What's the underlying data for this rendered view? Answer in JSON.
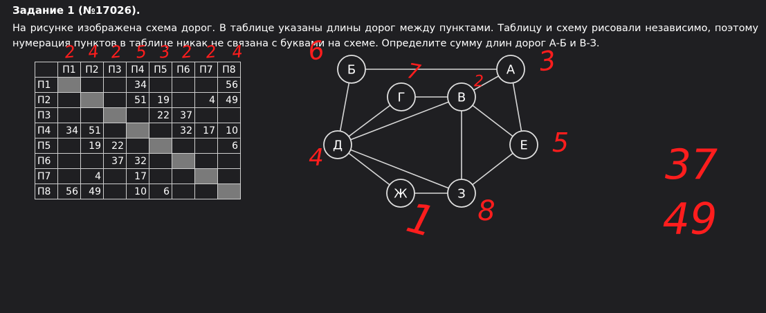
{
  "task": {
    "title": "Задание 1 (№17026).",
    "text": "На рисунке изображена схема дорог. В таблице указаны длины дорог между пунктами. Таблицу и схему рисовали независимо, поэтому нумерация пунктов в таблице никак не связана с буквами на схеме. Определите сумму длин дорог А-Б и В-З."
  },
  "table": {
    "headers": [
      "",
      "П1",
      "П2",
      "П3",
      "П4",
      "П5",
      "П6",
      "П7",
      "П8"
    ],
    "rows": [
      [
        "П1",
        "",
        "",
        "",
        "34",
        "",
        "",
        "",
        "56"
      ],
      [
        "П2",
        "",
        "",
        "",
        "51",
        "19",
        "",
        "4",
        "49"
      ],
      [
        "П3",
        "",
        "",
        "",
        "",
        "22",
        "37",
        "",
        ""
      ],
      [
        "П4",
        "34",
        "51",
        "",
        "",
        "",
        "32",
        "17",
        "10"
      ],
      [
        "П5",
        "",
        "19",
        "22",
        "",
        "",
        "",
        "",
        "6"
      ],
      [
        "П6",
        "",
        "",
        "37",
        "32",
        "",
        "",
        "",
        ""
      ],
      [
        "П7",
        "",
        "4",
        "",
        "17",
        "",
        "",
        "",
        ""
      ],
      [
        "П8",
        "56",
        "49",
        "",
        "10",
        "6",
        "",
        "",
        ""
      ]
    ]
  },
  "graph": {
    "nodes": [
      {
        "id": "B_",
        "label": "Б"
      },
      {
        "id": "A",
        "label": "А"
      },
      {
        "id": "G",
        "label": "Г"
      },
      {
        "id": "V",
        "label": "В"
      },
      {
        "id": "D",
        "label": "Д"
      },
      {
        "id": "E",
        "label": "Е"
      },
      {
        "id": "Zh",
        "label": "Ж"
      },
      {
        "id": "Z",
        "label": "З"
      }
    ],
    "edges": [
      [
        "B_",
        "A"
      ],
      [
        "B_",
        "D"
      ],
      [
        "A",
        "V"
      ],
      [
        "A",
        "E"
      ],
      [
        "G",
        "V"
      ],
      [
        "G",
        "D"
      ],
      [
        "V",
        "D"
      ],
      [
        "V",
        "E"
      ],
      [
        "V",
        "Z"
      ],
      [
        "D",
        "Zh"
      ],
      [
        "D",
        "Z"
      ],
      [
        "Zh",
        "Z"
      ],
      [
        "E",
        "Z"
      ]
    ]
  },
  "handwriting": {
    "column_marks": [
      "2",
      "4",
      "2",
      "5",
      "3",
      "2",
      "2",
      "4"
    ],
    "node_marks": [
      "6",
      "7",
      "2",
      "3",
      "4",
      "5",
      "1",
      "8"
    ],
    "answers": [
      "37",
      "49"
    ],
    "color": "#ff1d1d"
  }
}
